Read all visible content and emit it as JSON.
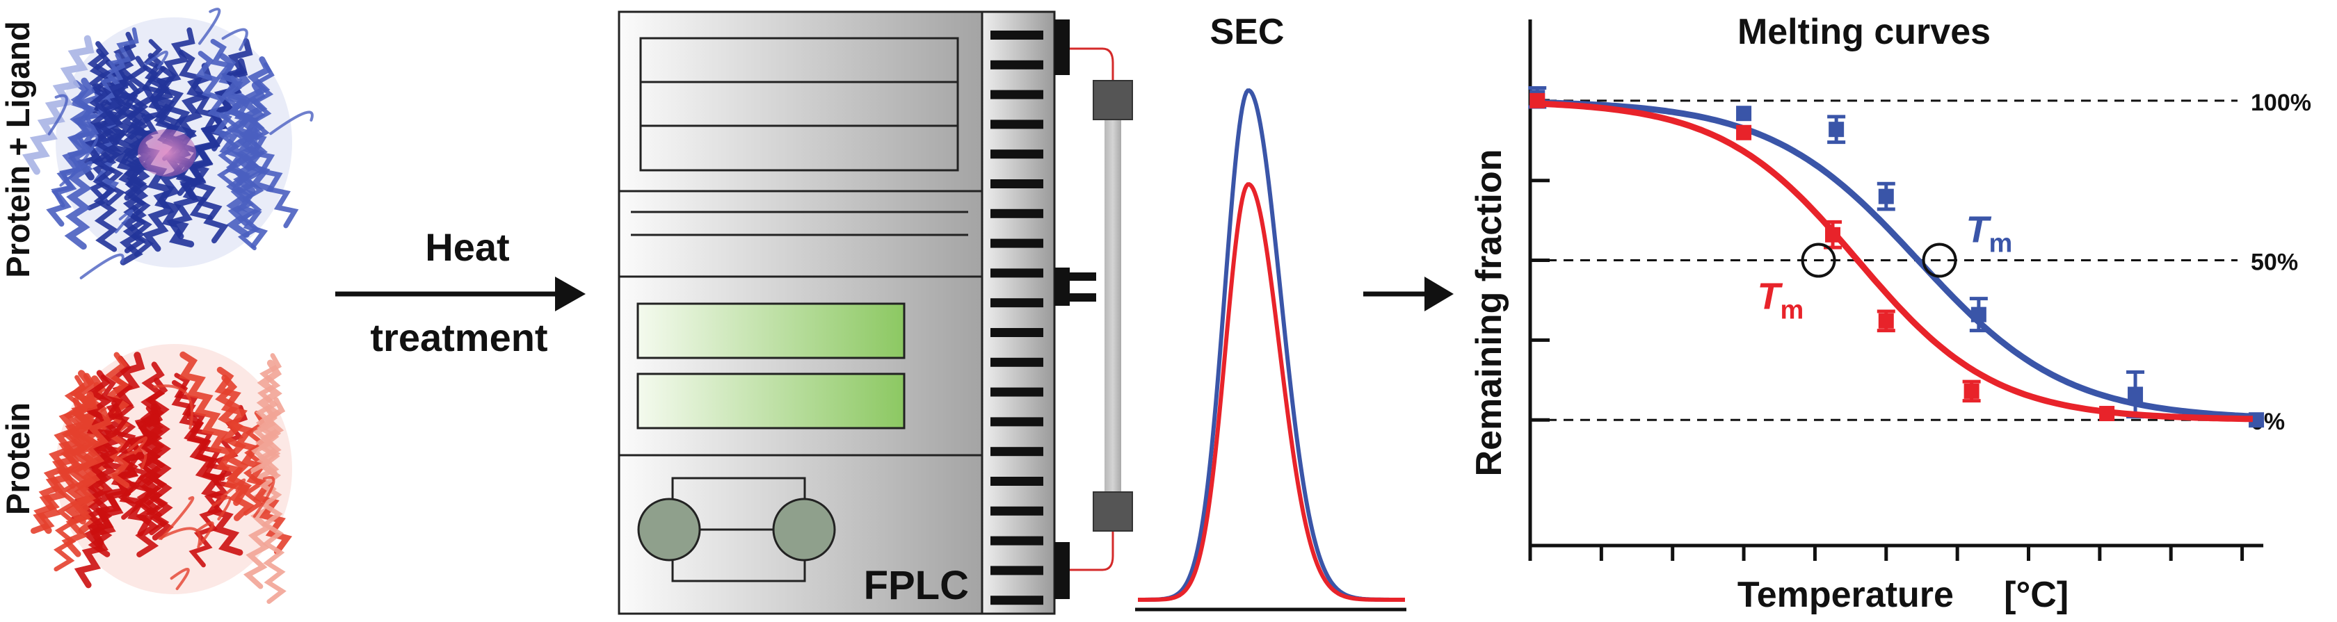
{
  "panels": {
    "protein_ligand_label": "Protein + Ligand",
    "protein_label": "Protein",
    "heat_line1": "Heat",
    "heat_line2": "treatment",
    "fplc_label": "FPLC",
    "sec_title": "SEC"
  },
  "colors": {
    "blue": "#3a55a8",
    "red": "#e8232a",
    "black": "#111111",
    "tube_red": "#d42a2a",
    "panel_green": "#8cc862",
    "pump_grey": "#8fa08c"
  },
  "icons": {
    "structure": "protein-ribbon-structure",
    "arrow": "right-arrow-icon",
    "tm_marker": "circle-marker-icon"
  },
  "chart_data": {
    "type": "scatter",
    "title": "Melting curves",
    "xlabel": "Temperature     [°C]",
    "ylabel": "Remaining fraction",
    "xlim": [
      0,
      10.6
    ],
    "ylim": [
      -0.35,
      1.25
    ],
    "y_ticks": [
      0,
      0.25,
      0.5,
      0.75,
      1.0
    ],
    "reference_lines": [
      {
        "y": 1.0,
        "label": "100%"
      },
      {
        "y": 0.5,
        "label": "50%"
      },
      {
        "y": 0.0,
        "label": "0%"
      }
    ],
    "grid": false,
    "legend": "none",
    "series": [
      {
        "color": "#3a55a8",
        "curve_tm": 5.45,
        "curve_slope": 1.15,
        "points": [
          {
            "x": 0.1,
            "y": 1.01,
            "err": 0.03
          },
          {
            "x": 3.0,
            "y": 0.96,
            "err": 0.0
          },
          {
            "x": 4.3,
            "y": 0.91,
            "err": 0.04
          },
          {
            "x": 5.0,
            "y": 0.7,
            "err": 0.04
          },
          {
            "x": 6.3,
            "y": 0.33,
            "err": 0.05
          },
          {
            "x": 8.5,
            "y": 0.08,
            "err": 0.07
          },
          {
            "x": 10.2,
            "y": 0.0,
            "err": 0.0
          }
        ],
        "tm": {
          "x": 5.75,
          "y": 0.5,
          "label_main": "T",
          "label_sub": "m"
        }
      },
      {
        "color": "#e8232a",
        "curve_tm": 4.6,
        "curve_slope": 1.25,
        "points": [
          {
            "x": 0.1,
            "y": 1.0,
            "err": 0.0
          },
          {
            "x": 3.0,
            "y": 0.9,
            "err": 0.0
          },
          {
            "x": 4.25,
            "y": 0.58,
            "err": 0.04
          },
          {
            "x": 5.0,
            "y": 0.31,
            "err": 0.03
          },
          {
            "x": 6.2,
            "y": 0.09,
            "err": 0.03
          },
          {
            "x": 8.1,
            "y": 0.02,
            "err": 0.0
          }
        ],
        "tm": {
          "x": 4.05,
          "y": 0.5,
          "label_main": "T",
          "label_sub": "m"
        }
      }
    ]
  }
}
